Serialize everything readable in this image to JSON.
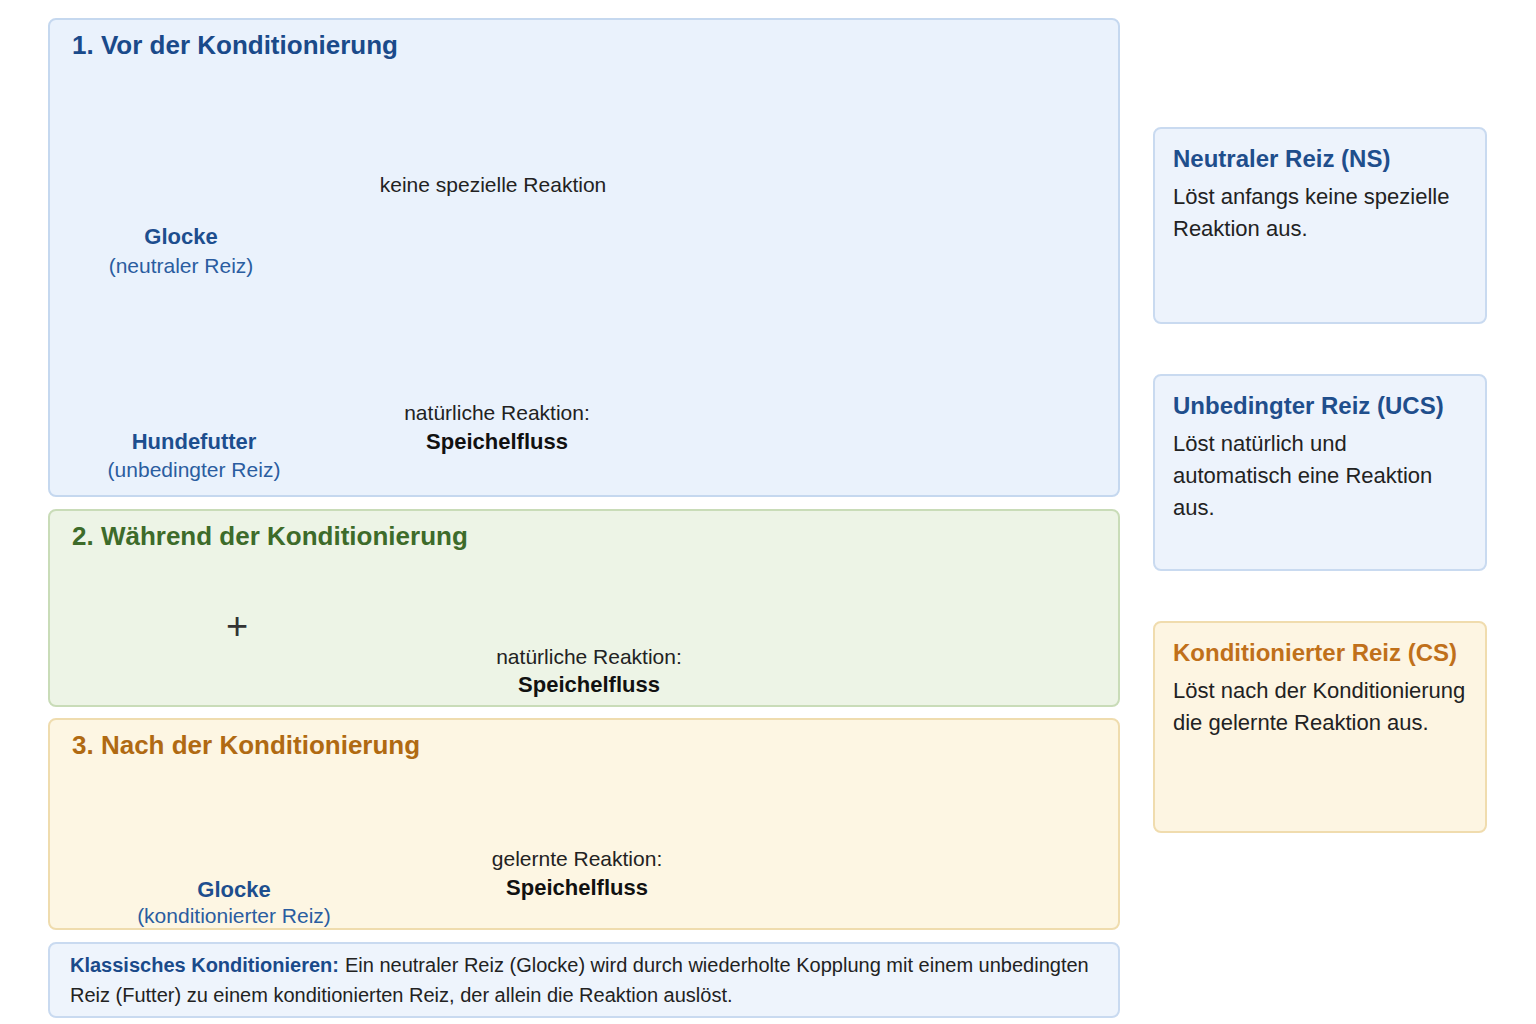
{
  "diagram": {
    "nodes": [
      {
        "text": [
          "1. Vor der Konditionierung"
        ]
      },
      {
        "text": [
          "2. Während der Konditionierung"
        ]
      },
      {
        "text": [
          "3. Nach der Konditionierung"
        ]
      },
      {
        "text": [
          "Klassisches Konditionieren:",
          "Ein neutraler Reiz (Glocke) wird durch wiederholte Kopplung mit einem unbedingten Reiz (Futter) zu einem konditionierten Reiz, der allein die Reaktion auslöst."
        ]
      },
      {
        "text": [
          "Neutraler Reiz (NS)",
          "Löst anfangs keine spezielle Reaktion aus."
        ]
      },
      {
        "text": [
          "Unbedingter Reiz (UCS)",
          "Löst natürlich und automatisch eine Reaktion aus."
        ]
      },
      {
        "text": [
          "Konditionierter Reiz (CS)",
          "Löst nach der Konditionierung die gelernte Reaktion aus."
        ]
      }
    ],
    "labels": [
      "Glocke",
      "(neutraler Reiz)",
      "keine spezielle Reaktion",
      "Hundefutter",
      "(unbedingter Reiz)",
      "natürliche Reaktion:",
      "Speichelfluss",
      "+",
      "natürliche Reaktion:",
      "Speichelfluss",
      "Glocke",
      "(konditionierter Reiz)",
      "gelernte Reaktion:",
      "Speichelfluss"
    ]
  }
}
